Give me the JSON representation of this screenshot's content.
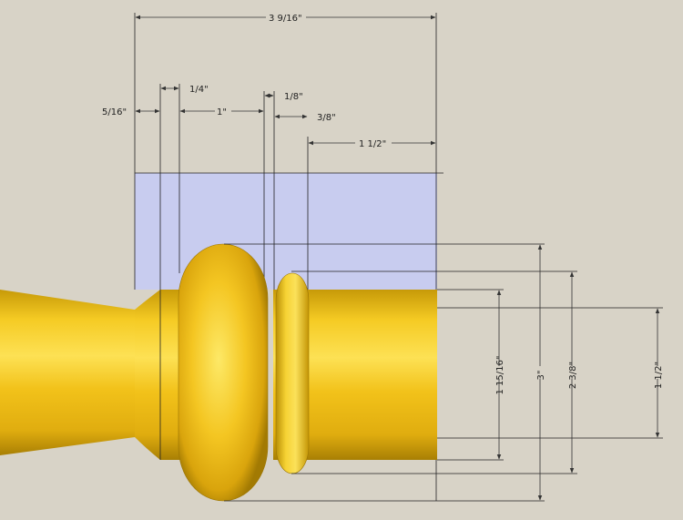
{
  "drawing": {
    "colors": {
      "background": "#d8d3c7",
      "wood": "#f2c21a",
      "wood_dark": "#b88f06",
      "wood_light": "#fff07a",
      "stock_block": "#c8ccef",
      "dimension_line": "#333333"
    },
    "horizontal_dimensions": {
      "overall_width": "3 9/16\"",
      "tenon_shoulder": "5/16\"",
      "cove": "1/4\"",
      "large_bead": "1\"",
      "fillet": "1/8\"",
      "small_bead": "3/8\"",
      "tenon_length": "1 1/2\""
    },
    "vertical_dimensions": {
      "collar_diameter": "1 15/16\"",
      "large_bead_diameter": "3\"",
      "small_bead_diameter": "2 3/8\"",
      "tenon_diameter": "1 1/2\""
    }
  }
}
